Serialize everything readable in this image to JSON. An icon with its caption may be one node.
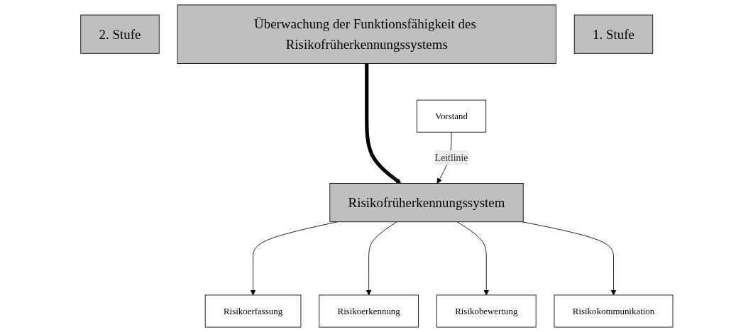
{
  "diagram": {
    "nodes": [
      {
        "text": [
          "2. Stufe"
        ]
      },
      {
        "text": [
          "Überwachung der Funktionsfähigkeit des Risikofrüherkennungssystems"
        ]
      },
      {
        "text": [
          "Vorstand"
        ]
      },
      {
        "text": [
          "1. Stufe"
        ]
      },
      {
        "text": [
          "Risikofrüherkennungssystem"
        ]
      },
      {
        "text": [
          "Risikoerfassung"
        ]
      },
      {
        "text": [
          "Risikoerkennung"
        ]
      },
      {
        "text": [
          "Risikobewertung"
        ]
      },
      {
        "text": [
          "Risikokommunikation"
        ]
      }
    ],
    "edges": [
      {
        "from": 1,
        "to": 4,
        "arrow": "to",
        "style": "thick"
      },
      {
        "from": 2,
        "to": 4,
        "arrow": "to",
        "label": "Leitlinie"
      },
      {
        "from": 4,
        "to": 5,
        "arrow": "to"
      },
      {
        "from": 4,
        "to": 6,
        "arrow": "to"
      },
      {
        "from": 4,
        "to": 7,
        "arrow": "to"
      },
      {
        "from": 4,
        "to": 8,
        "arrow": "to"
      }
    ]
  }
}
